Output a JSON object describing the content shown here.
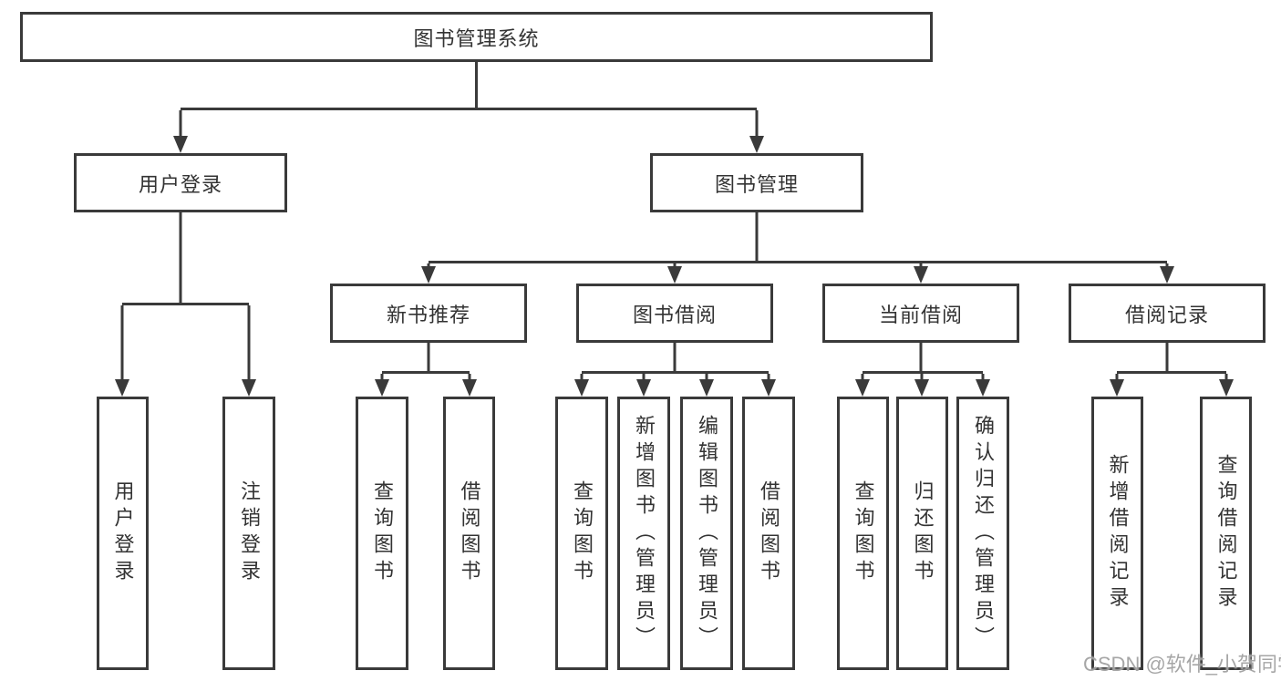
{
  "tree": {
    "root": {
      "label": "图书管理系统",
      "children": [
        {
          "label": "用户登录",
          "children": [
            {
              "label": "用户登录"
            },
            {
              "label": "注销登录"
            }
          ]
        },
        {
          "label": "图书管理",
          "children": [
            {
              "label": "新书推荐",
              "children": [
                {
                  "label": "查询图书"
                },
                {
                  "label": "借阅图书"
                }
              ]
            },
            {
              "label": "图书借阅",
              "children": [
                {
                  "label": "查询图书"
                },
                {
                  "label": "新增图书（管理员）"
                },
                {
                  "label": "编辑图书（管理员）"
                },
                {
                  "label": "借阅图书"
                }
              ]
            },
            {
              "label": "当前借阅",
              "children": [
                {
                  "label": "查询图书"
                },
                {
                  "label": "归还图书"
                },
                {
                  "label": "确认归还（管理员）"
                }
              ]
            },
            {
              "label": "借阅记录",
              "children": [
                {
                  "label": "新增借阅记录"
                },
                {
                  "label": "查询借阅记录"
                }
              ]
            }
          ]
        }
      ]
    }
  },
  "watermark": "CSDN @软件_小贺同学",
  "colors": {
    "line": "#3a3a3a",
    "text": "#333333",
    "background": "#ffffff",
    "watermark": "#9e9e9e"
  }
}
